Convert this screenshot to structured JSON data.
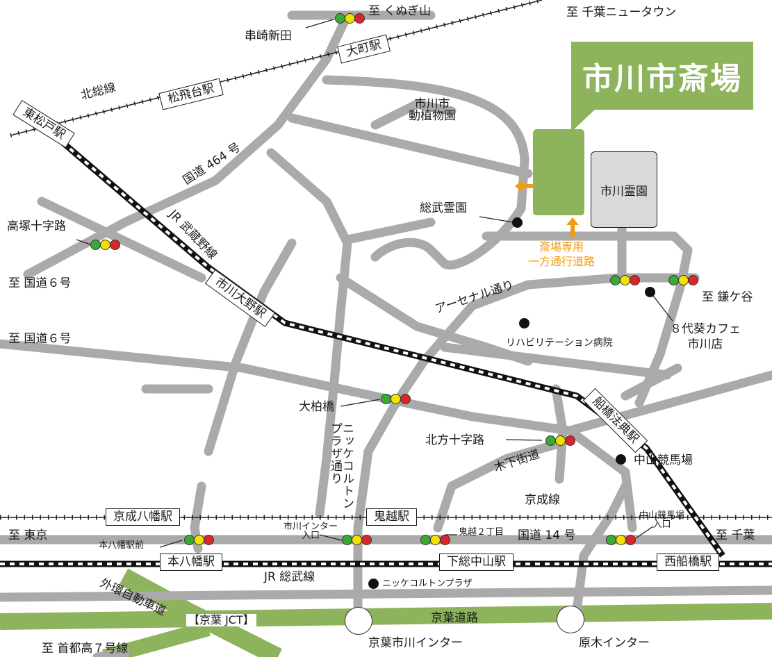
{
  "title": "市川市斎場",
  "cemeteries": {
    "ichikawa_reien": "市川霊園"
  },
  "stations": {
    "higashi_matsudo": "東松戸駅",
    "matsuhidai": "松飛台駅",
    "omachi": "大町駅",
    "ichikawa_ono": "市川大野駅",
    "funabashi_hoten": "船橋法典駅",
    "keisei_yawata": "京成八幡駅",
    "onigoe": "鬼越駅",
    "motoyawata": "本八幡駅",
    "shimousa_nakayama": "下総中山駅",
    "nishifunabashi": "西船橋駅"
  },
  "lines": {
    "hokuso": "北総線",
    "musashino": "JR 武蔵野線",
    "keisei": "京成線",
    "sobu": "JR 総武線"
  },
  "roads": {
    "route464": "国道 464 号",
    "arsenal": "アーセナル通り",
    "nikke_dori": "ニッケコルトン\nプラザ通り",
    "kinoshita": "木下街道",
    "route14": "国道 14 号",
    "keiyo": "京葉道路",
    "gaikan": "外環自動車道",
    "keiyo_jct": "【京葉 JCT】",
    "oneway": "斎場専用\n一方通行道路"
  },
  "intersections": {
    "kushizaki": "串崎新田",
    "takatsuka": "高塚十字路",
    "ogashiwa": "大柏橋",
    "kitakata": "北方十字路",
    "motoyawata_mae": "本八幡駅前",
    "ichikawa_ic_iriguchi": "市川インター\n入口",
    "onigoe2": "鬼越２丁目",
    "nakayama_keibajo_iriguchi": "中山競馬場\n入口"
  },
  "directions": {
    "kunugiyama": "至 くぬぎ山",
    "chiba_newtown": "至 千葉ニュータウン",
    "route6_a": "至 国道６号",
    "route6_b": "至 国道６号",
    "kamagaya": "至 鎌ケ谷",
    "tokyo": "至 東京",
    "chiba": "至 千葉",
    "shutoko": "至 首都高７号線"
  },
  "landmarks": {
    "zoo": "市川市\n動植物園",
    "sobu_reien": "総武霊園",
    "rehab": "リハビリテーション病院",
    "cafe": "８代葵カフェ\n市川店",
    "racecourse": "中山競馬場",
    "nikke_plaza": "ニッケコルトンプラザ"
  },
  "interchanges": {
    "keiyo_ichikawa": "京葉市川インター",
    "baraki": "原木インター"
  },
  "colors": {
    "road": "#aaaaab",
    "green": "#8db35c",
    "orange": "#f39c12",
    "signal_green": "#3aaa35",
    "signal_yellow": "#f2e200",
    "signal_red": "#d9262c"
  },
  "icons": {
    "traffic_signal": "traffic-light-icon",
    "landmark": "landmark-dot-icon",
    "interchange": "interchange-circle-icon",
    "arrow": "orange-arrow-icon"
  }
}
